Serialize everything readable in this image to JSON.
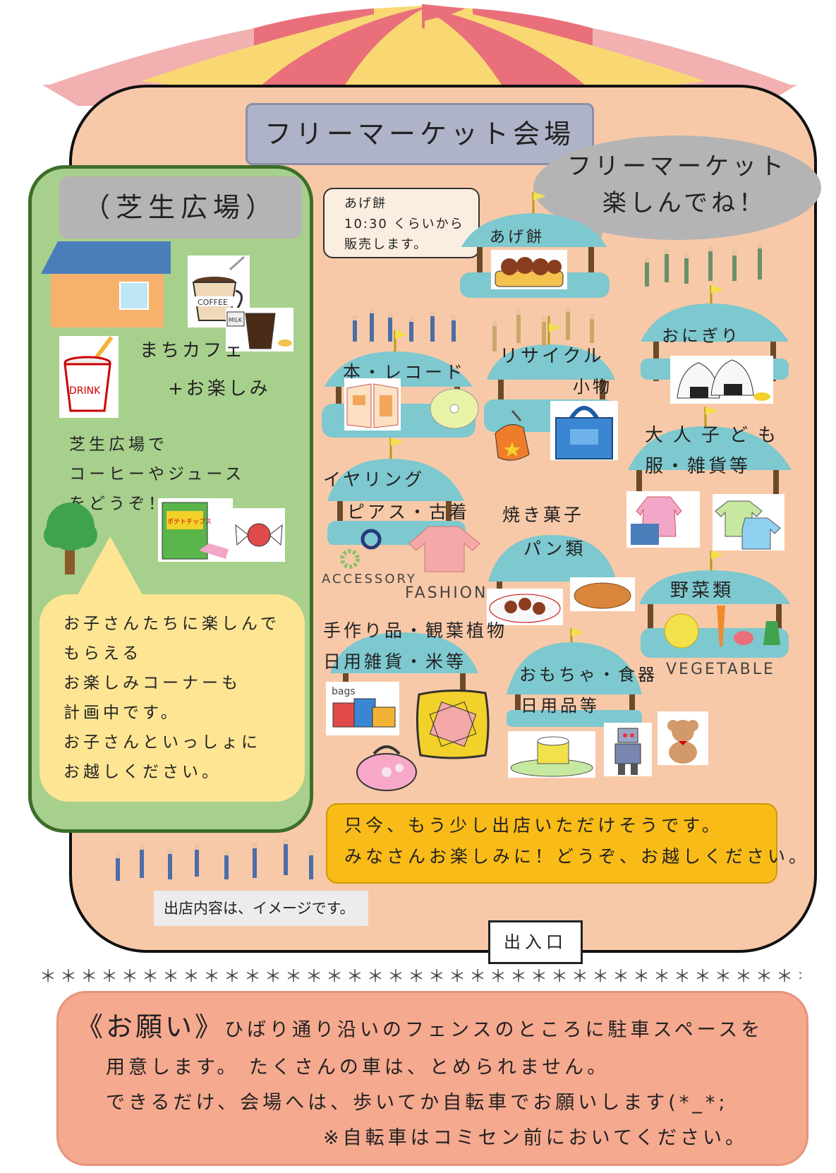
{
  "venue": {
    "title": "フリーマーケット会場",
    "bubble_line1": "フリーマーケット",
    "bubble_line2": "楽しんでね！"
  },
  "left_panel": {
    "label": "（芝生広場）",
    "cafe_line1": "まちカフェ",
    "cafe_line2": "+お楽しみ",
    "coffee_text": "COFFEE",
    "milk_text": "MILK",
    "drink_text": "DRINK",
    "snack_text": "ポテトチップス",
    "lawn_lines": [
      "芝生広場で",
      "コーヒーやジュース",
      "をどうぞ！"
    ],
    "kids_lines": [
      "お子さんたちに楽しんで",
      "もらえる",
      "お楽しみコーナーも",
      "計画中です。",
      "お子さんといっしょに",
      "お越しください。"
    ]
  },
  "stalls": {
    "agemochi_callout": [
      "あげ餅",
      "10:30 くらいから",
      "販売します。"
    ],
    "agemochi": "あげ餅",
    "onigiri": "おにぎり",
    "books": "本・レコード",
    "recycle_line1": "リサイクル",
    "recycle_line2": "小物",
    "clothes_line1": "大人子ども",
    "clothes_line2": "服・雑貨等",
    "earrings_line1": "イヤリング",
    "earrings_line2": "ピアス・古着",
    "accessory_word": "ACCESSORY",
    "fashion_word": "FASHION",
    "bakery_line1": "焼き菓子",
    "bakery_line2": "パン類",
    "vegetables": "野菜類",
    "vegetable_word": "VEGETABLE",
    "handmade_line1": "手作り品・観葉植物",
    "handmade_line2": "日用雑貨・米等",
    "toys_line1": "おもちゃ・食器",
    "toys_line2": "日用品等",
    "bags_word": "bags"
  },
  "notice": {
    "line1": "只今、もう少し出店いただけそうです。",
    "line2": "みなさんお楽しみに！どうぞ、お越しください。"
  },
  "disclaimer": "出店内容は、イメージです。",
  "entrance": "出入口",
  "divider": "＊＊＊＊＊＊＊＊＊＊＊＊＊＊＊＊＊＊＊＊＊＊＊＊＊＊＊＊＊＊＊＊＊＊＊＊＊＊＊＊＊",
  "request": {
    "heading": "《お願い》",
    "line1_rest": "ひばり通り沿いのフェンスのところに駐車スペースを",
    "line2": "用意します。 たくさんの車は、とめられません。",
    "line3": "できるだけ、会場へは、歩いてか自転車でお願いします(*_*;",
    "line4": "※自転車はコミセン前においてください。"
  },
  "colors": {
    "tent_red": "#e9707a",
    "tent_yellow": "#f9d874",
    "tent_pink": "#f2b0b0",
    "venue_bg": "#f8c9a8",
    "stall_roof": "#7ec8cf",
    "lawn_green": "#a8d08d",
    "notice_yellow": "#f9bb17",
    "request_salmon": "#f5a98f"
  }
}
